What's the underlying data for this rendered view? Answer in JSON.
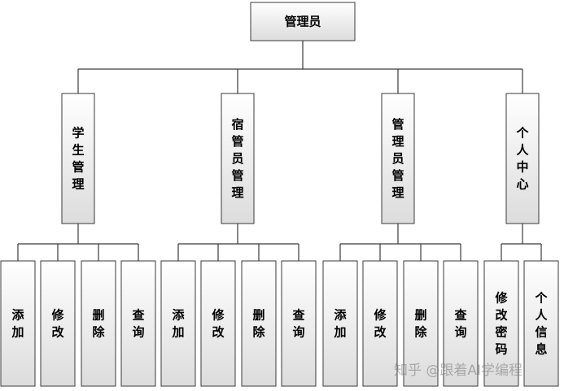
{
  "root": "管理员",
  "modules": [
    {
      "label": "学生管理",
      "children": [
        "添加",
        "修改",
        "删除",
        "查询"
      ]
    },
    {
      "label": "宿管员管理",
      "children": [
        "添加",
        "修改",
        "删除",
        "查询"
      ]
    },
    {
      "label": "管理员管理",
      "children": [
        "添加",
        "修改",
        "删除",
        "查询"
      ]
    },
    {
      "label": "个人中心",
      "children": [
        "修改密码",
        "个人信息"
      ]
    }
  ],
  "watermark": "知乎 @跟着AI学编程",
  "colors": {
    "box_top": "#ffffff",
    "box_bottom": "#dcdcdc",
    "line": "#3a3a3a"
  }
}
